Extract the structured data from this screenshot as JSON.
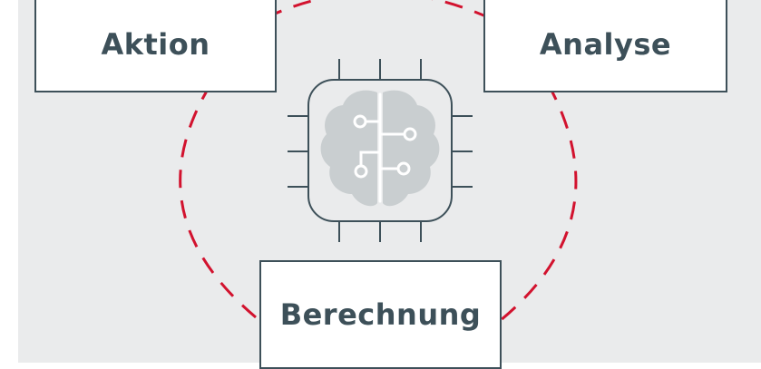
{
  "boxes": {
    "aktion": "Aktion",
    "analyse": "Analyse",
    "berechnung": "Berechnung"
  },
  "colors": {
    "background": "#eaebec",
    "box_border": "#3d5059",
    "text": "#3d5059",
    "arrow": "#d2122e",
    "brain": "#c9ced0",
    "chip_outline": "#3d5059"
  },
  "icons": {
    "center": "ai-chip-brain-icon",
    "cycle": "dashed-cycle-arrows"
  }
}
